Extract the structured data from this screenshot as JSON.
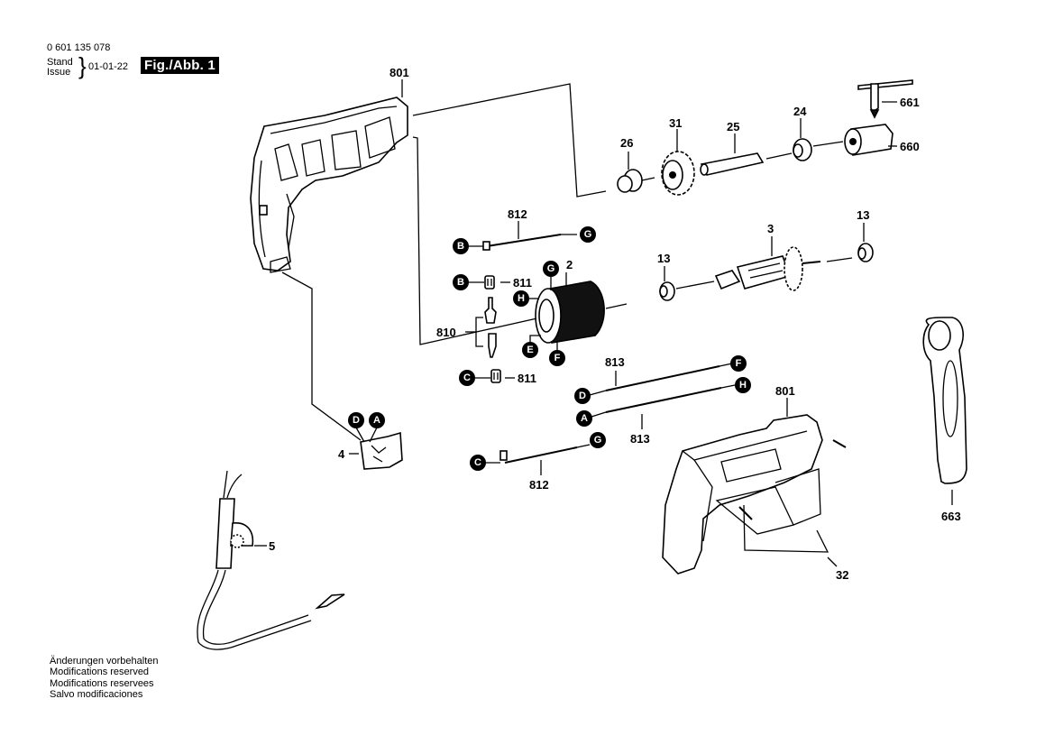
{
  "header": {
    "part_number": "0 601 135 078",
    "stand_label": "Stand",
    "issue_label": "Issue",
    "issue_date": "01-01-22",
    "figure_label": "Fig./Abb. 1"
  },
  "footer": {
    "lines": [
      "Änderungen vorbehalten",
      "Modifications reserved",
      "Modifications reservees",
      "Salvo modificaciones"
    ]
  },
  "parts": {
    "housing_left": "801",
    "housing_right": "801",
    "bearing_front": "26",
    "gear": "31",
    "spindle": "25",
    "bearing_24": "24",
    "chuck_key": "661",
    "chuck": "660",
    "wire_812_top": "812",
    "wire_812_bottom": "812",
    "bearing_13_left": "13",
    "bearing_13_right": "13",
    "armature": "3",
    "field": "2",
    "brush_holder_top": "811",
    "brush_holder_bottom": "811",
    "brushes": "810",
    "wire_813_top": "813",
    "wire_813_bottom": "813",
    "switch": "4",
    "cord": "5",
    "baffle": "32",
    "aux_handle": "663"
  },
  "connectors": {
    "B1": "B",
    "G1": "G",
    "B2": "B",
    "G2": "G",
    "H1": "H",
    "E1": "E",
    "F1": "F",
    "C1": "C",
    "D1": "D",
    "F2": "F",
    "A1": "A",
    "H2": "H",
    "C2": "C",
    "G3": "G",
    "D2": "D",
    "A2": "A"
  }
}
